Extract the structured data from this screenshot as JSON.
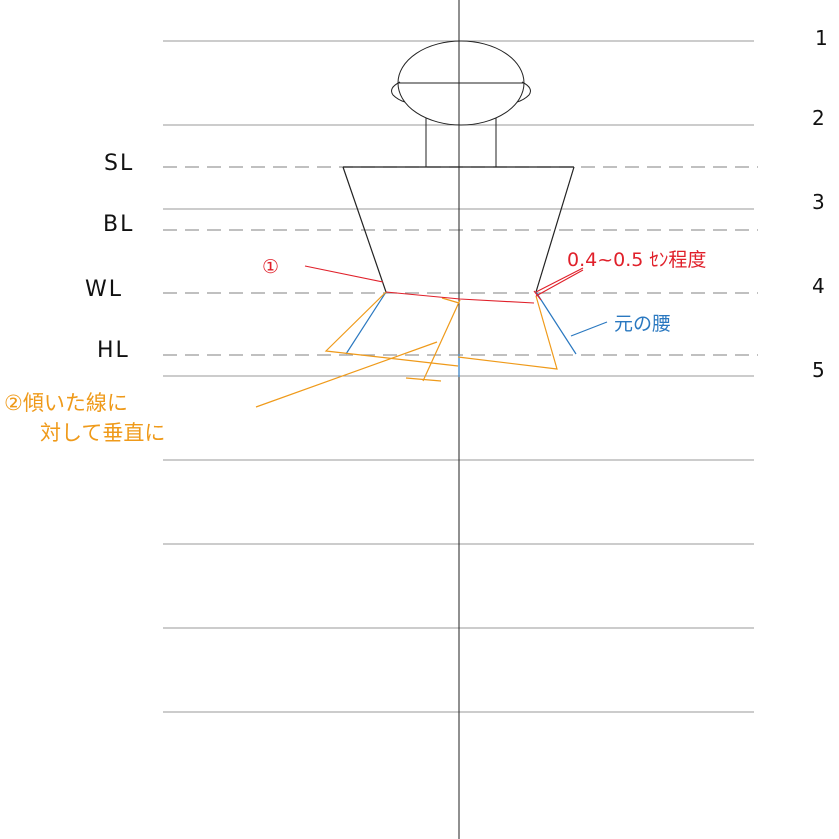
{
  "level_labels": {
    "shoulder": "SL",
    "bust": "BL",
    "waist": "WL",
    "hip": "HL"
  },
  "head_numbers": [
    "1",
    "2",
    "3",
    "4",
    "5"
  ],
  "annotations": {
    "circle_one": "①",
    "amount": "0.4~0.5 ｾﾝ程度",
    "original_waist": "元の腰",
    "instruction_line1": "②傾いた線に",
    "instruction_line2": "対して垂直に"
  },
  "colors": {
    "outline": "#222222",
    "grid": "#9a9a9a",
    "dashed": "#9a9a9a",
    "red": "#e0202a",
    "blue": "#2a78c0",
    "orange": "#ef9a1a"
  }
}
